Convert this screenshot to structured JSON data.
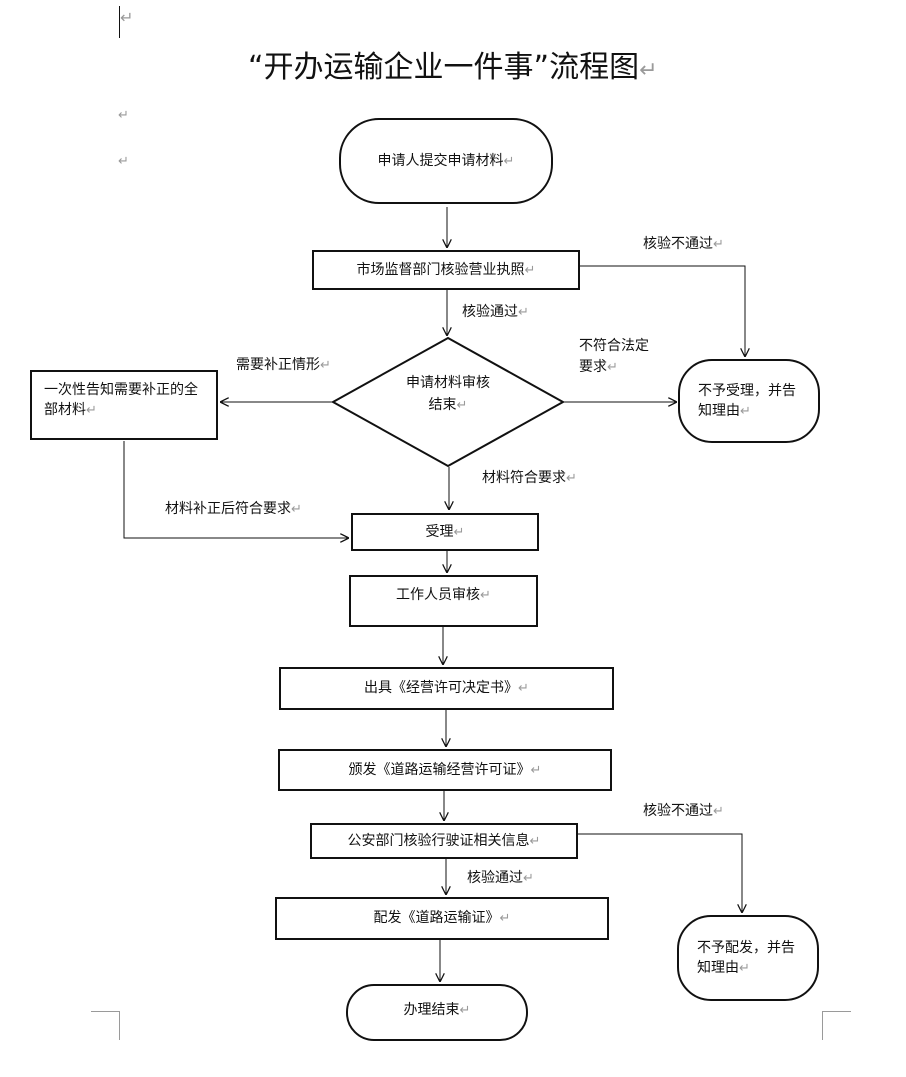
{
  "title": "“开办运输企业一件事”流程图",
  "para_mark": "↵",
  "nodes": {
    "submit": "申请人提交申请材料",
    "verify_license": "市场监督部门核验营业执照",
    "review_end_line1": "申请材料审核",
    "review_end_line2": "结束",
    "notify_supplement": "一次性告知需要补正的全部材料",
    "reject_1": "不予受理，并告知理由",
    "accept": "受理",
    "staff_review": "工作人员审核",
    "issue_decision": "出具《经营许可决定书》",
    "issue_permit": "颁发《道路运输经营许可证》",
    "police_verify": "公安部门核验行驶证相关信息",
    "issue_transport_cert": "配发《道路运输证》",
    "reject_2": "不予配发，并告知理由",
    "finish": "办理结束"
  },
  "edge_labels": {
    "verify_fail_1": "核验不通过",
    "verify_pass_1": "核验通过",
    "need_supplement": "需要补正情形",
    "not_legal": "不符合法定要求",
    "meets_requirements": "材料符合要求",
    "supplemented_ok": "材料补正后符合要求",
    "verify_fail_2": "核验不通过",
    "verify_pass_2": "核验通过"
  },
  "colors": {
    "line": "#111111",
    "para_mark": "#9a9a9a"
  }
}
